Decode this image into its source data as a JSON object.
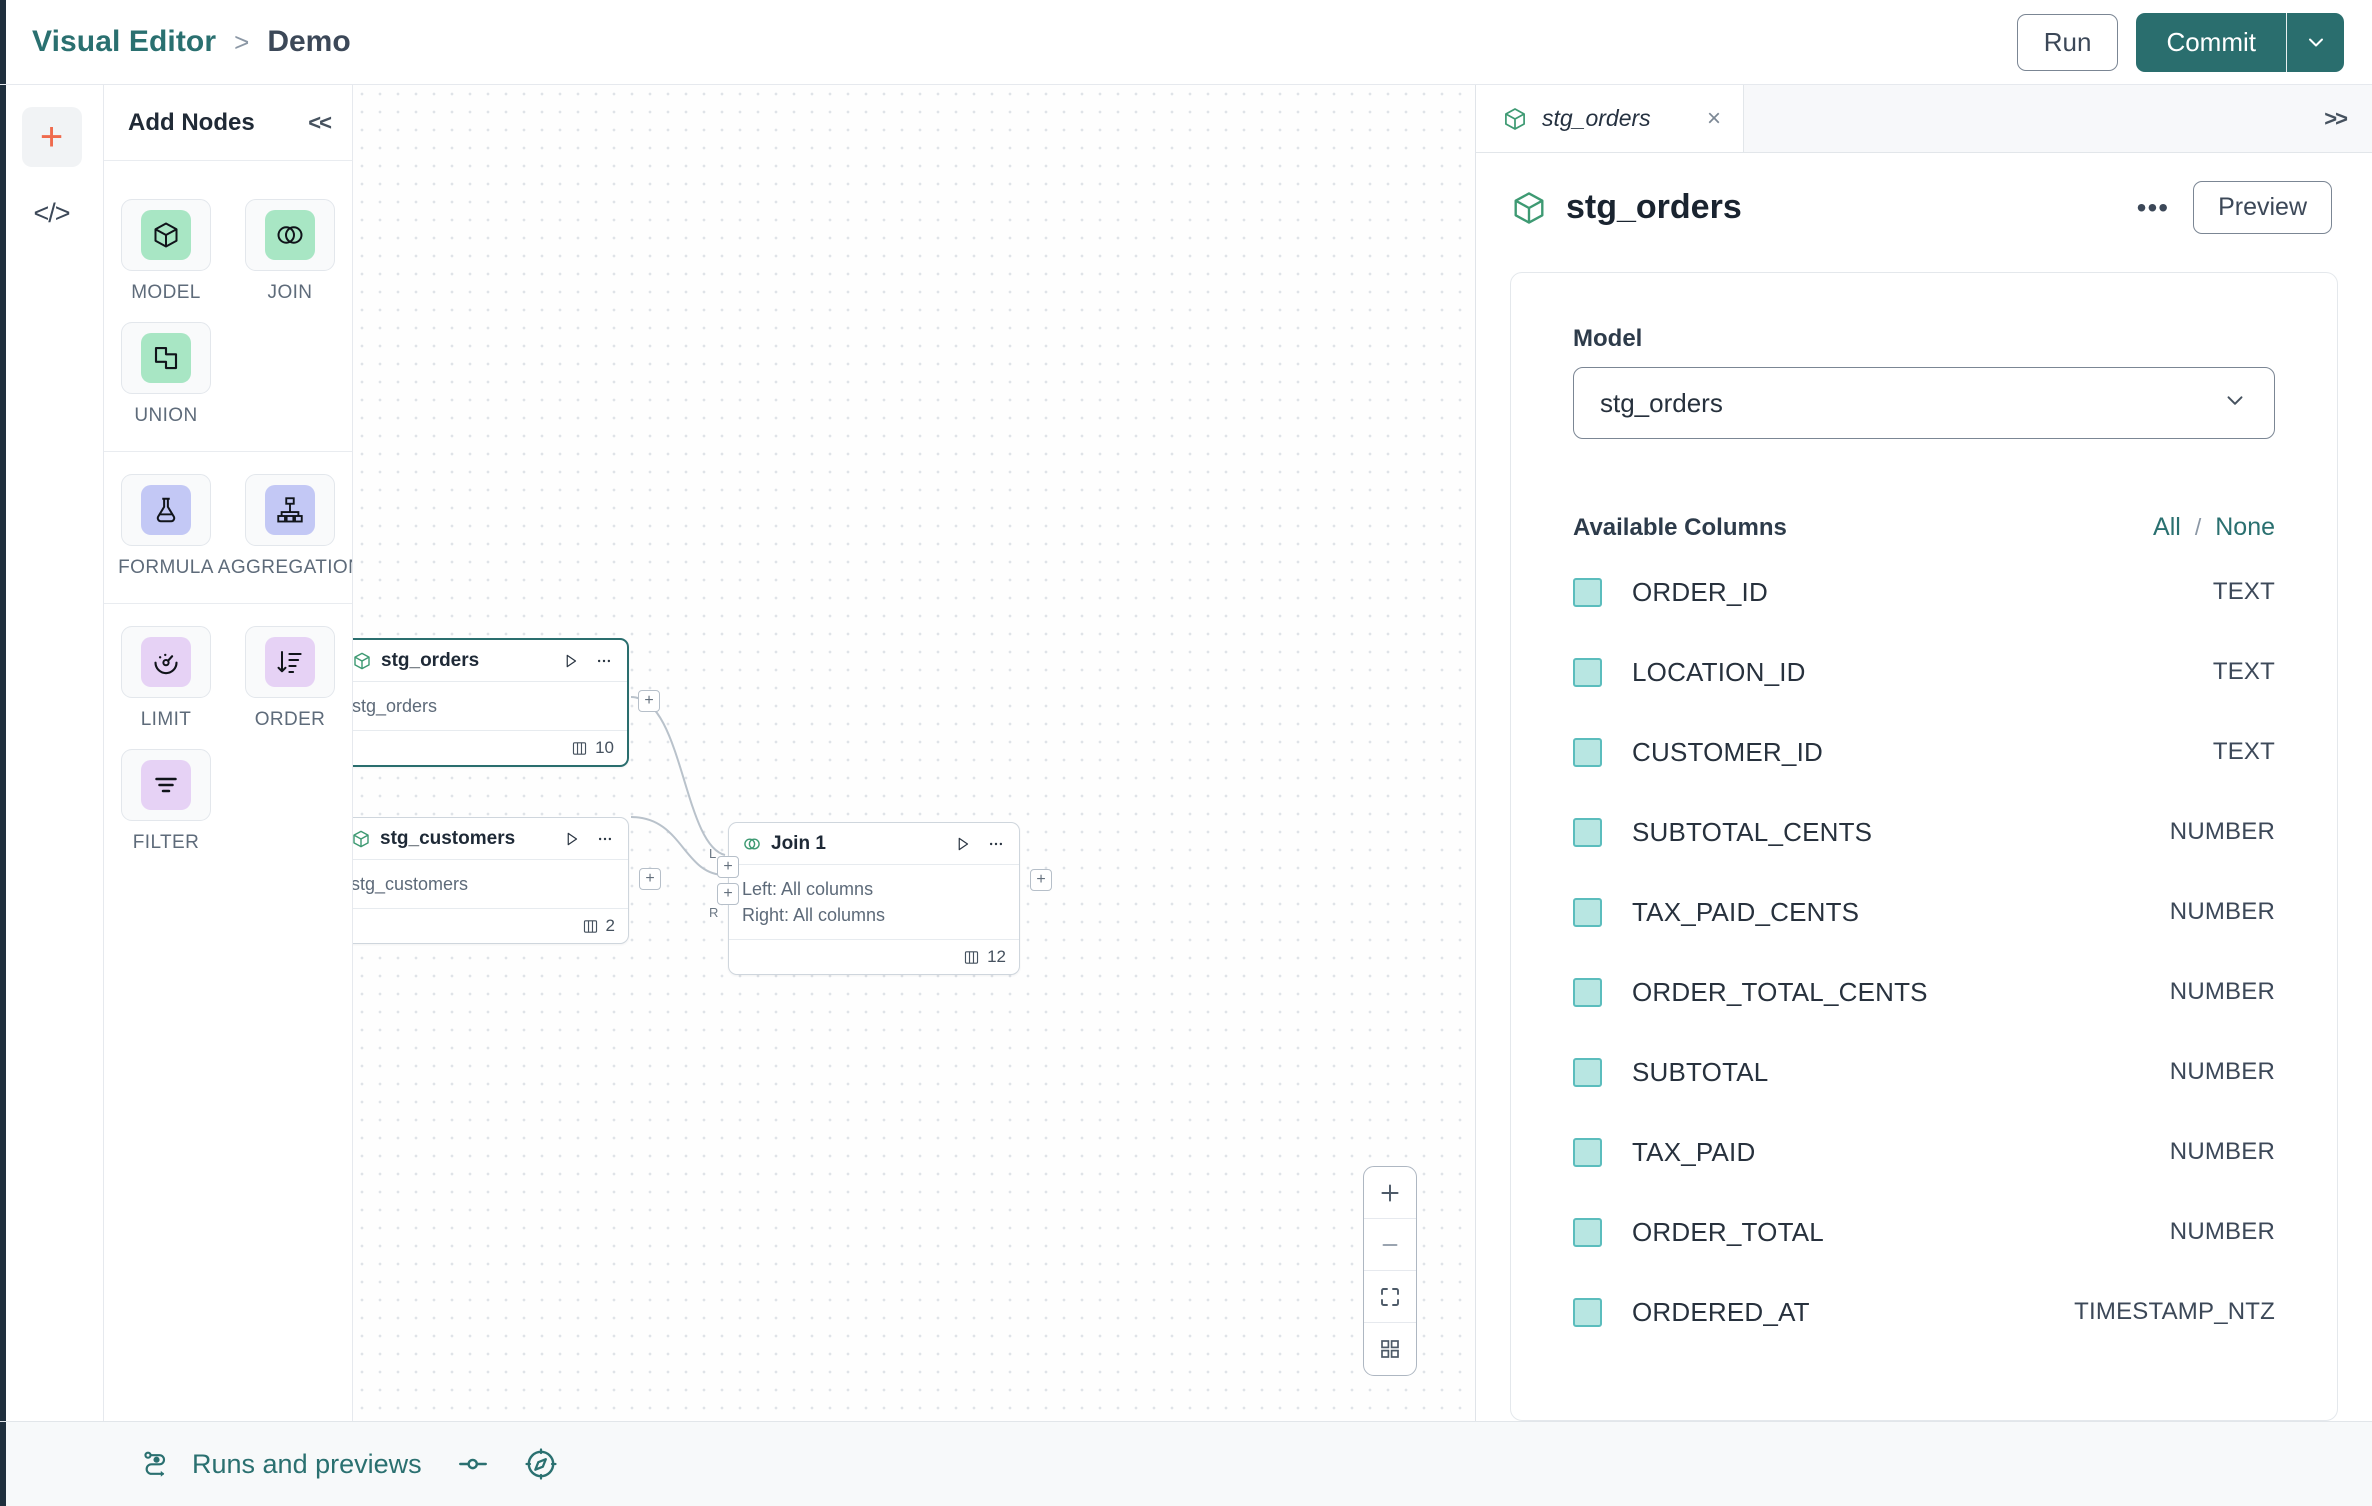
{
  "topbar": {
    "breadcrumb_root": "Visual Editor",
    "breadcrumb_separator": ">",
    "breadcrumb_leaf": "Demo",
    "run_label": "Run",
    "commit_label": "Commit",
    "accent_teal": "#2a6e6e",
    "accent_orange": "#ef6a4d"
  },
  "rail": {
    "add_icon": "plus-icon",
    "code_icon": "code-icon",
    "code_glyph": "</>"
  },
  "nodes_panel": {
    "title": "Add Nodes",
    "collapse_glyph": "<<",
    "groups": [
      {
        "items": [
          {
            "label": "MODEL",
            "icon": "cube-icon",
            "color": "#a8e6c4"
          },
          {
            "label": "JOIN",
            "icon": "venn-icon",
            "color": "#a8e6c4"
          },
          {
            "label": "UNION",
            "icon": "union-shapes-icon",
            "color": "#a8e6c4"
          }
        ]
      },
      {
        "items": [
          {
            "label": "FORMULA",
            "icon": "flask-icon",
            "color": "#c3c8f5"
          },
          {
            "label": "AGGREGATION",
            "icon": "aggregation-icon",
            "color": "#c3c8f5"
          }
        ]
      },
      {
        "items": [
          {
            "label": "LIMIT",
            "icon": "limit-gauge-icon",
            "color": "#e6d2f5"
          },
          {
            "label": "ORDER",
            "icon": "sort-order-icon",
            "color": "#e6d2f5"
          },
          {
            "label": "FILTER",
            "icon": "filter-icon",
            "color": "#e6d2f5"
          }
        ]
      }
    ]
  },
  "canvas": {
    "nodes": [
      {
        "id": "stg_orders",
        "title": "stg_orders",
        "icon": "cube-icon",
        "body_lines": [
          "stg_orders"
        ],
        "column_count": "10",
        "selected": true
      },
      {
        "id": "stg_customers",
        "title": "stg_customers",
        "icon": "cube-icon",
        "body_lines": [
          "stg_customers"
        ],
        "column_count": "2",
        "selected": false
      },
      {
        "id": "join_1",
        "title": "Join 1",
        "icon": "venn-icon",
        "body_lines": [
          "Left: All columns",
          "Right: All columns"
        ],
        "column_count": "12",
        "selected": false,
        "input_ports": [
          "L",
          "R"
        ]
      }
    ],
    "port_glyph": "+",
    "zoom_controls": [
      {
        "name": "zoom-in-button",
        "glyph": "+"
      },
      {
        "name": "zoom-out-button",
        "glyph": "–"
      },
      {
        "name": "fit-view-button",
        "glyph": "fit-icon"
      },
      {
        "name": "minimap-toggle-button",
        "glyph": "grid-icon"
      }
    ]
  },
  "right_panel": {
    "tab_label": "stg_orders",
    "tab_icon": "cube-icon",
    "tab_close_glyph": "×",
    "expand_glyph": ">>",
    "panel_title": "stg_orders",
    "more_glyph": "•••",
    "preview_label": "Preview",
    "model_field_label": "Model",
    "model_value": "stg_orders",
    "columns_title": "Available Columns",
    "select_all_label": "All",
    "select_none_label": "None",
    "select_divider": "/",
    "columns": [
      {
        "name": "ORDER_ID",
        "type": "TEXT",
        "checked": true
      },
      {
        "name": "LOCATION_ID",
        "type": "TEXT",
        "checked": true
      },
      {
        "name": "CUSTOMER_ID",
        "type": "TEXT",
        "checked": true
      },
      {
        "name": "SUBTOTAL_CENTS",
        "type": "NUMBER",
        "checked": true
      },
      {
        "name": "TAX_PAID_CENTS",
        "type": "NUMBER",
        "checked": true
      },
      {
        "name": "ORDER_TOTAL_CENTS",
        "type": "NUMBER",
        "checked": true
      },
      {
        "name": "SUBTOTAL",
        "type": "NUMBER",
        "checked": true
      },
      {
        "name": "TAX_PAID",
        "type": "NUMBER",
        "checked": true
      },
      {
        "name": "ORDER_TOTAL",
        "type": "NUMBER",
        "checked": true
      },
      {
        "name": "ORDERED_AT",
        "type": "TIMESTAMP_NTZ",
        "checked": true
      }
    ]
  },
  "bottombar": {
    "runs_label": "Runs and previews",
    "runs_icon": "pipeline-icon",
    "toggle_icon": "slider-toggle-icon",
    "compass_icon": "compass-icon"
  }
}
